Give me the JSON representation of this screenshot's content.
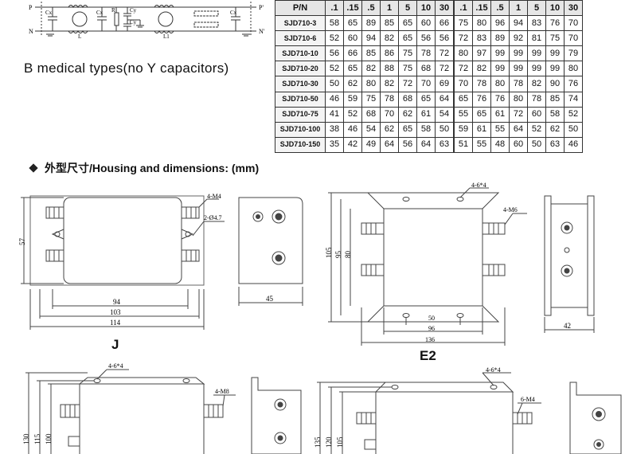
{
  "circuit": {
    "terminal_p": "P",
    "terminal_n": "N",
    "terminal_p_out": "P'",
    "terminal_n_out": "N'",
    "cx1": "Cx",
    "cx2": "Cx",
    "r": "R",
    "cy1": "Cy",
    "cy2": "Cy",
    "l": "L",
    "l1": "L1"
  },
  "subtitle": "B  medical types(no Y capacitors)",
  "table": {
    "header_pn": "P/N",
    "freq_headers": [
      ".1",
      ".15",
      ".5",
      "1",
      "5",
      "10",
      "30",
      ".1",
      ".15",
      ".5",
      "1",
      "5",
      "10",
      "30"
    ],
    "rows": [
      {
        "pn": "SJD710-3",
        "values": [
          "58",
          "65",
          "89",
          "85",
          "65",
          "60",
          "66",
          "75",
          "80",
          "96",
          "94",
          "83",
          "76",
          "70"
        ]
      },
      {
        "pn": "SJD710-6",
        "values": [
          "52",
          "60",
          "94",
          "82",
          "65",
          "56",
          "56",
          "72",
          "83",
          "89",
          "92",
          "81",
          "75",
          "70"
        ]
      },
      {
        "pn": "SJD710-10",
        "values": [
          "56",
          "66",
          "85",
          "86",
          "75",
          "78",
          "72",
          "80",
          "97",
          "99",
          "99",
          "99",
          "99",
          "79"
        ]
      },
      {
        "pn": "SJD710-20",
        "values": [
          "52",
          "65",
          "82",
          "88",
          "75",
          "68",
          "72",
          "72",
          "82",
          "99",
          "99",
          "99",
          "99",
          "80"
        ]
      },
      {
        "pn": "SJD710-30",
        "values": [
          "50",
          "62",
          "80",
          "82",
          "72",
          "70",
          "69",
          "70",
          "78",
          "80",
          "78",
          "82",
          "90",
          "76"
        ]
      },
      {
        "pn": "SJD710-50",
        "values": [
          "46",
          "59",
          "75",
          "78",
          "68",
          "65",
          "64",
          "65",
          "76",
          "76",
          "80",
          "78",
          "85",
          "74"
        ]
      },
      {
        "pn": "SJD710-75",
        "values": [
          "41",
          "52",
          "68",
          "70",
          "62",
          "61",
          "54",
          "55",
          "65",
          "61",
          "72",
          "60",
          "58",
          "52"
        ]
      },
      {
        "pn": "SJD710-100",
        "values": [
          "38",
          "46",
          "54",
          "62",
          "65",
          "58",
          "50",
          "59",
          "61",
          "55",
          "64",
          "52",
          "62",
          "50"
        ]
      },
      {
        "pn": "SJD710-150",
        "values": [
          "35",
          "42",
          "49",
          "64",
          "56",
          "64",
          "63",
          "51",
          "55",
          "48",
          "60",
          "50",
          "63",
          "46"
        ]
      }
    ]
  },
  "section_title": "外型尺寸/Housing and dimensions: (mm)",
  "drawing_j": {
    "label": "J",
    "d57": "57",
    "d94": "94",
    "d103": "103",
    "d114": "114",
    "d45": "45",
    "note_m4": "4-M4",
    "note_hole": "2-Ø4.7"
  },
  "drawing_e2": {
    "label": "E2",
    "d105": "105",
    "d95": "95",
    "d80": "80",
    "d50": "50",
    "d96": "96",
    "d136": "136",
    "d42": "42",
    "note_holes": "4-6*4",
    "note_m6": "4-M6"
  },
  "drawing_c": {
    "note_holes": "4-6*4",
    "note_m8": "4-M8",
    "d130": "130",
    "d115": "115",
    "d100": "100"
  },
  "drawing_d": {
    "note_holes": "4-6*4",
    "note_m4": "6-M4",
    "d135": "135",
    "d120": "120",
    "d105": "105"
  }
}
